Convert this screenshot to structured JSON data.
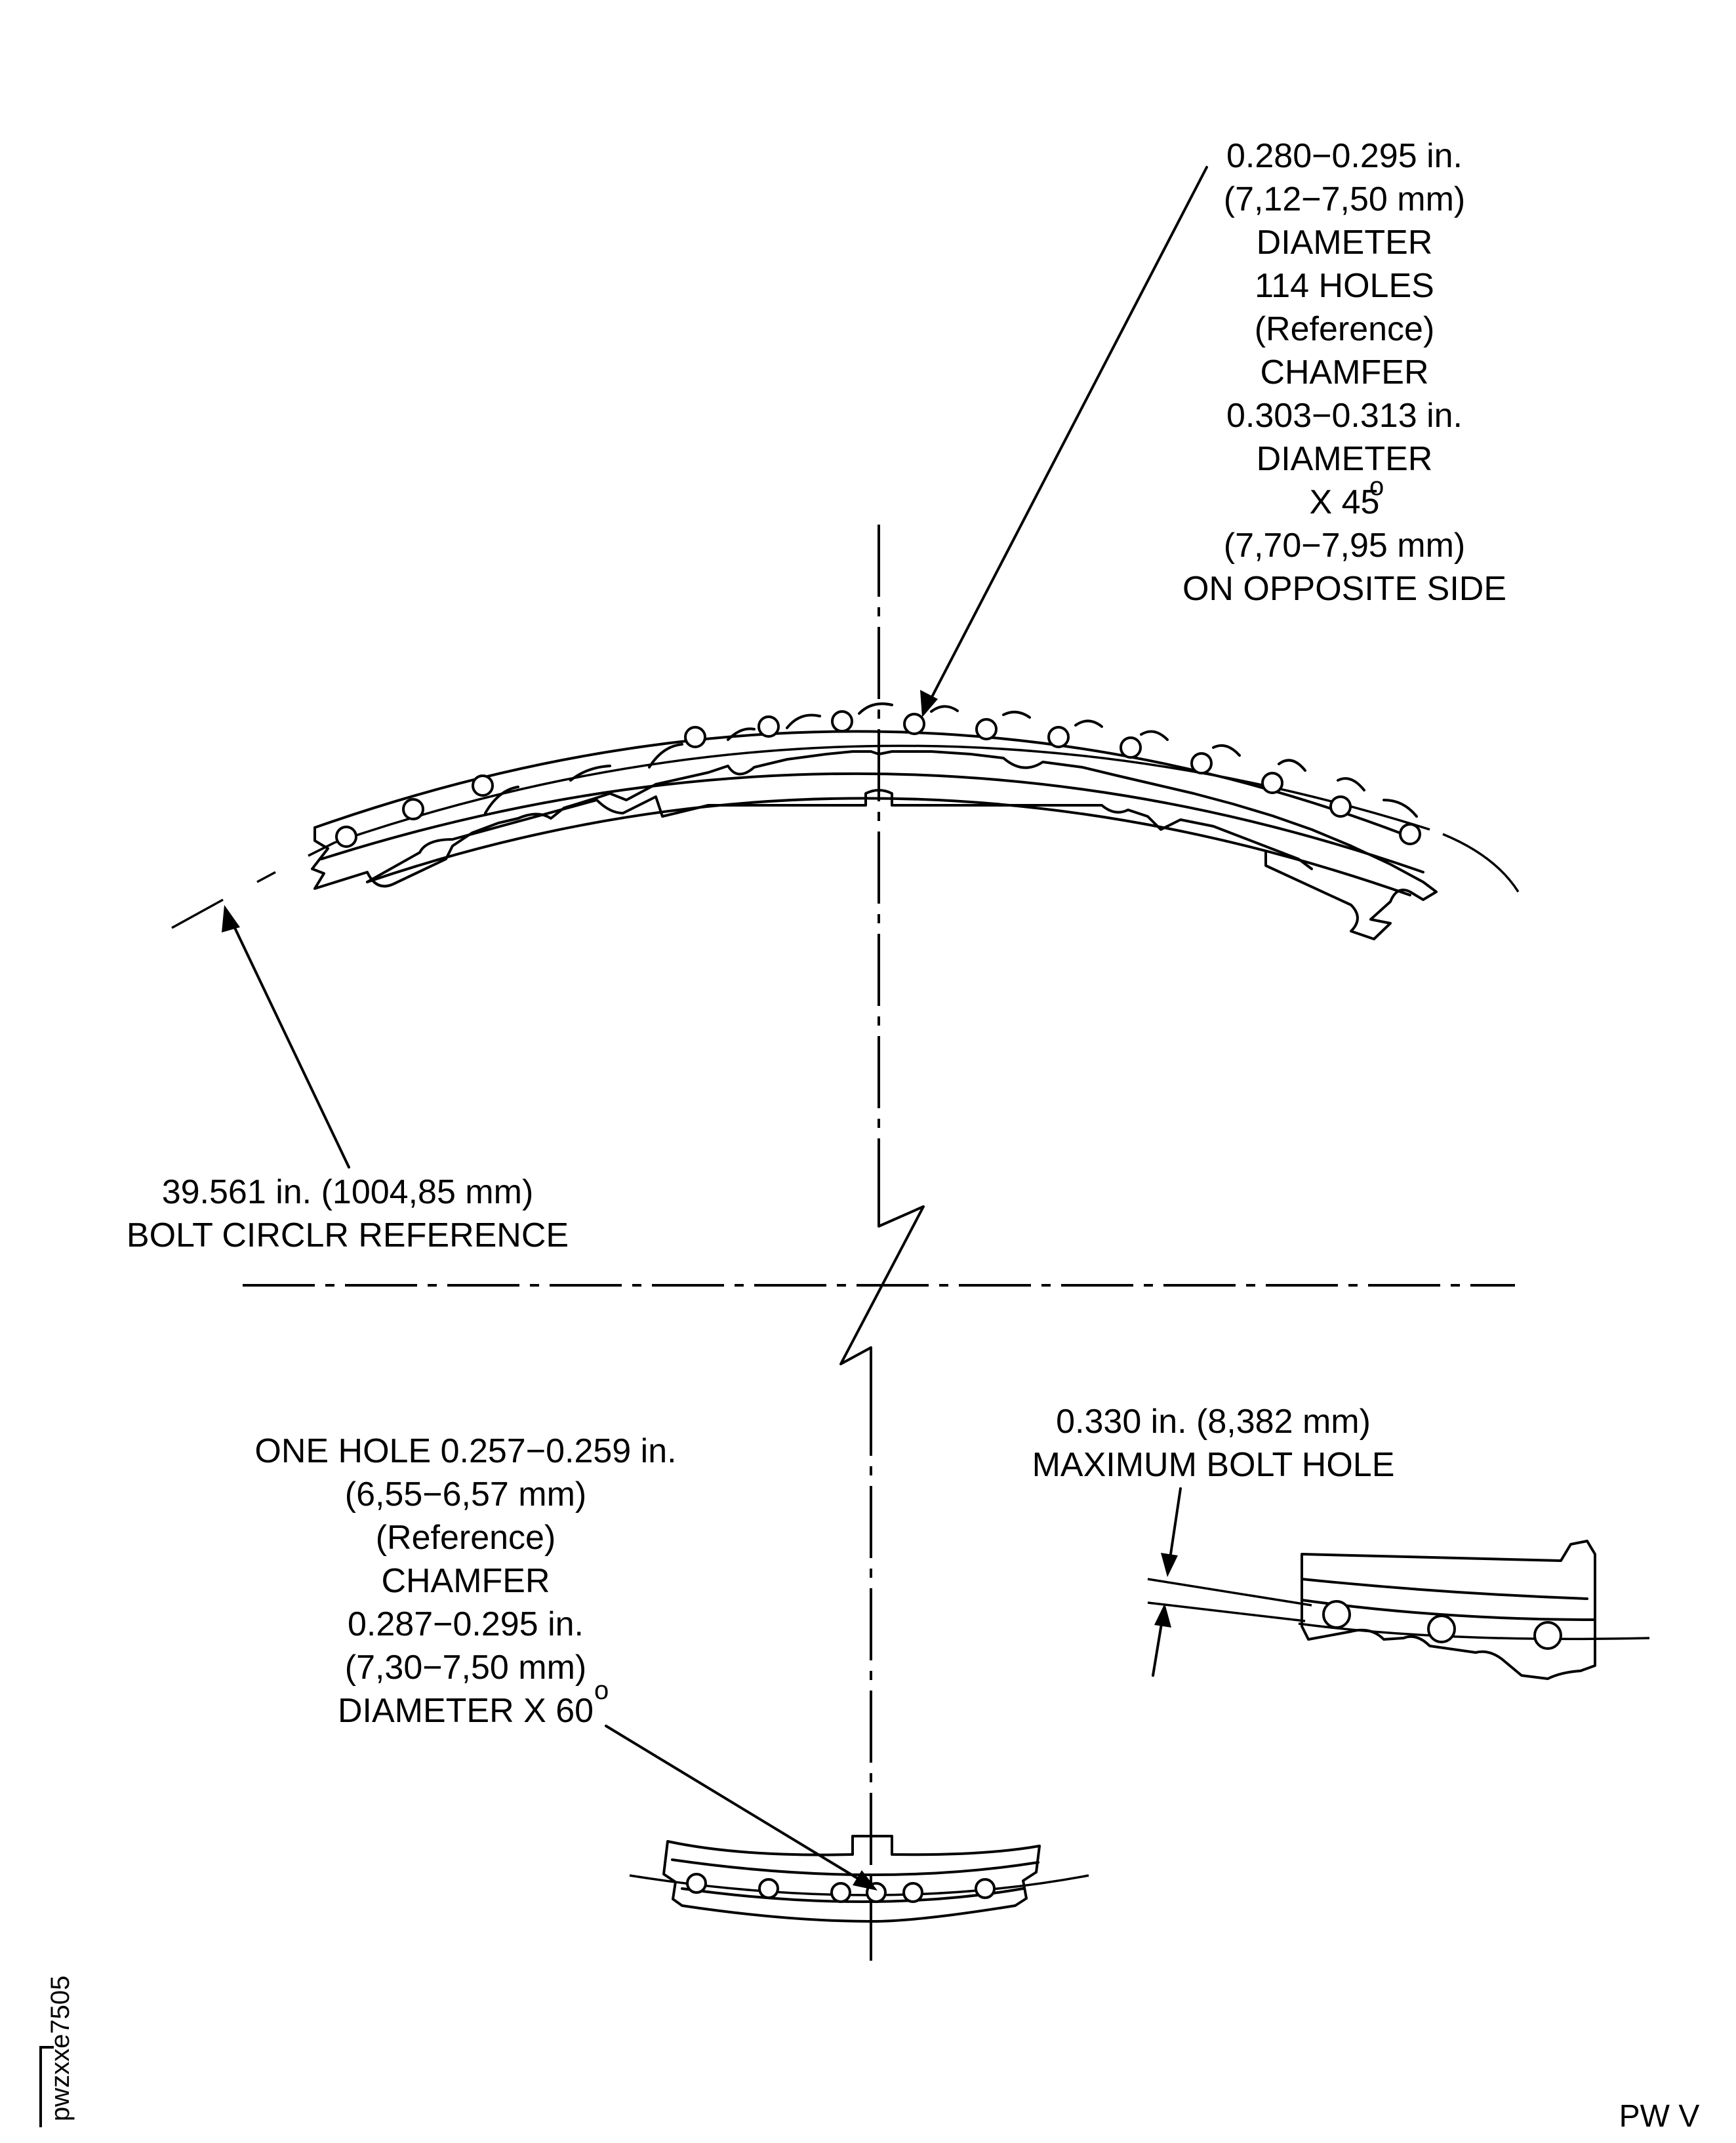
{
  "notes": {
    "top_hole": {
      "lines": [
        "0.280−0.295 in.",
        "(7,12−7,50 mm)",
        "DIAMETER",
        "114 HOLES",
        "(Reference)",
        "CHAMFER",
        "0.303−0.313 in.",
        "DIAMETER",
        "X 45",
        "(7,70−7,95 mm)",
        "ON OPPOSITE SIDE"
      ],
      "degree_mark": "o"
    },
    "bolt_circle": {
      "lines": [
        "39.561 in. (1004,85 mm)",
        "BOLT CIRCLR REFERENCE"
      ]
    },
    "one_hole": {
      "lines": [
        "ONE HOLE 0.257−0.259 in.",
        "(6,55−6,57 mm)",
        "(Reference)",
        "CHAMFER",
        "0.287−0.295 in.",
        "(7,30−7,50 mm)",
        "DIAMETER X 60"
      ],
      "degree_mark": "o"
    },
    "max_bolt_hole": {
      "lines": [
        "0.330 in. (8,382 mm)",
        "MAXIMUM BOLT HOLE"
      ]
    }
  },
  "figure_id": "pwzxxe7505",
  "footer": "PW V"
}
